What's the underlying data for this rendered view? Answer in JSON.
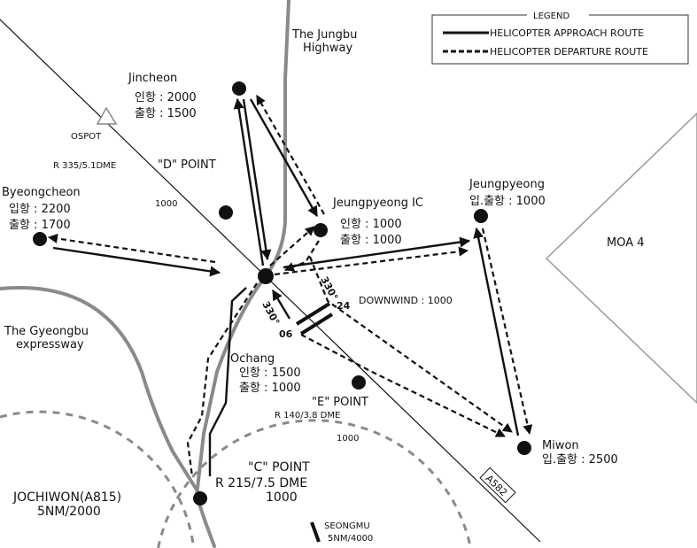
{
  "legend": {
    "title": "LEGEND",
    "approach": "HELICOPTER  APPROACH  ROUTE",
    "departure": "HELICOPTER  DEPARTURE ROUTE"
  },
  "roads": {
    "jungbu_1": "The Jungbu",
    "jungbu_2": "Highway",
    "gyeongbu_1": "The Gyeongbu",
    "gyeongbu_2": "expressway",
    "radial": "A582"
  },
  "ospot": "OSPOT",
  "points": {
    "jincheon": {
      "name": "Jincheon",
      "line1": "인항 : 2000",
      "line2": "출항 : 1500"
    },
    "byeongcheon": {
      "name": "Byeongcheon",
      "line1": "입항 : 2200",
      "line2": "출항 : 1700"
    },
    "jeungpyeong_ic": {
      "name": "Jeungpyeong IC",
      "line1": "인항 : 1000",
      "line2": "출항 : 1000"
    },
    "jeungpyeong": {
      "name": "Jeungpyeong",
      "line1": "입.출항 : 1000"
    },
    "ochang": {
      "name": "Ochang",
      "line1": "인항 : 1500",
      "line2": "출항 : 1000"
    },
    "miwon": {
      "name": "Miwon",
      "line1": "입.출항 : 2500"
    },
    "d_point": {
      "name": "\"D\" POINT",
      "radial": "R 335/5.1DME",
      "alt": "1000"
    },
    "e_point": {
      "name": "\"E\" POINT",
      "radial": "R 140/3.8 DME",
      "alt": "1000"
    },
    "c_point": {
      "name": "\"C\" POINT",
      "radial": "R 215/7.5 DME",
      "alt": "1000"
    }
  },
  "moa": "MOA 4",
  "runway": {
    "heading_a": "330°",
    "heading_b": "330°",
    "end_a": "24",
    "end_b": "06",
    "downwind": "DOWNWIND : 1000"
  },
  "jochiwon": {
    "name": "JOCHIWON(A815)",
    "info": "5NM/2000"
  },
  "seongmu": {
    "name": "SEONGMU",
    "info": "5NM/4000"
  }
}
